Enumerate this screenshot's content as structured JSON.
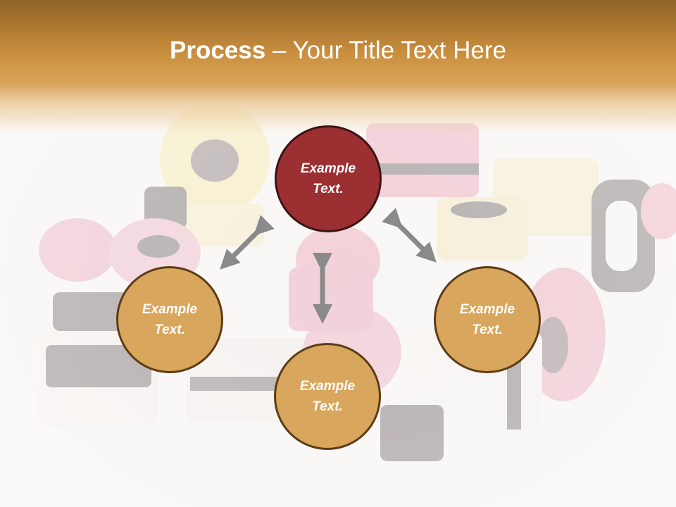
{
  "title": {
    "bold": "Process",
    "rest": " – Your Title Text Here"
  },
  "nodes": {
    "top": "Example Text.",
    "left": "Example Text.",
    "right": "Example Text.",
    "bottom": "Example Text."
  },
  "colors": {
    "header": "#c98f3e",
    "node_gold": "#d8a65c",
    "node_red": "#9b2f31",
    "arrow": "#8a8a8a"
  },
  "icons": {
    "connector": "double-headed-arrow"
  }
}
